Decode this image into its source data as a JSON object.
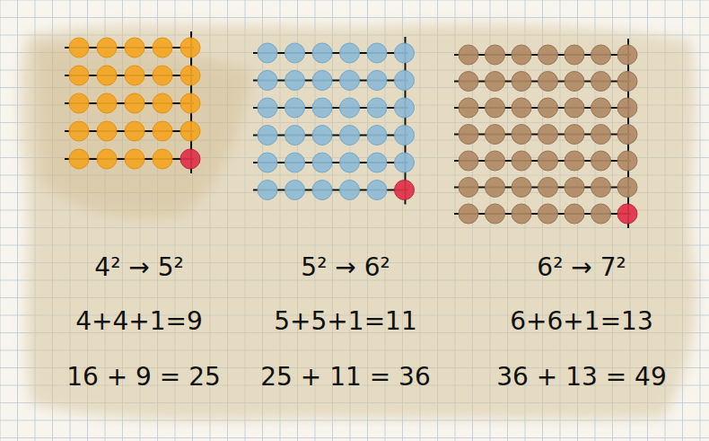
{
  "diagram": {
    "labels": [
      "4² → 5²",
      "5² → 6²",
      "6² → 7²",
      "4+4+1=9",
      "5+5+1=11",
      "6+6+1=13",
      "16 + 9 = 25",
      "25 + 11 = 36",
      "36 + 13 = 49"
    ]
  }
}
